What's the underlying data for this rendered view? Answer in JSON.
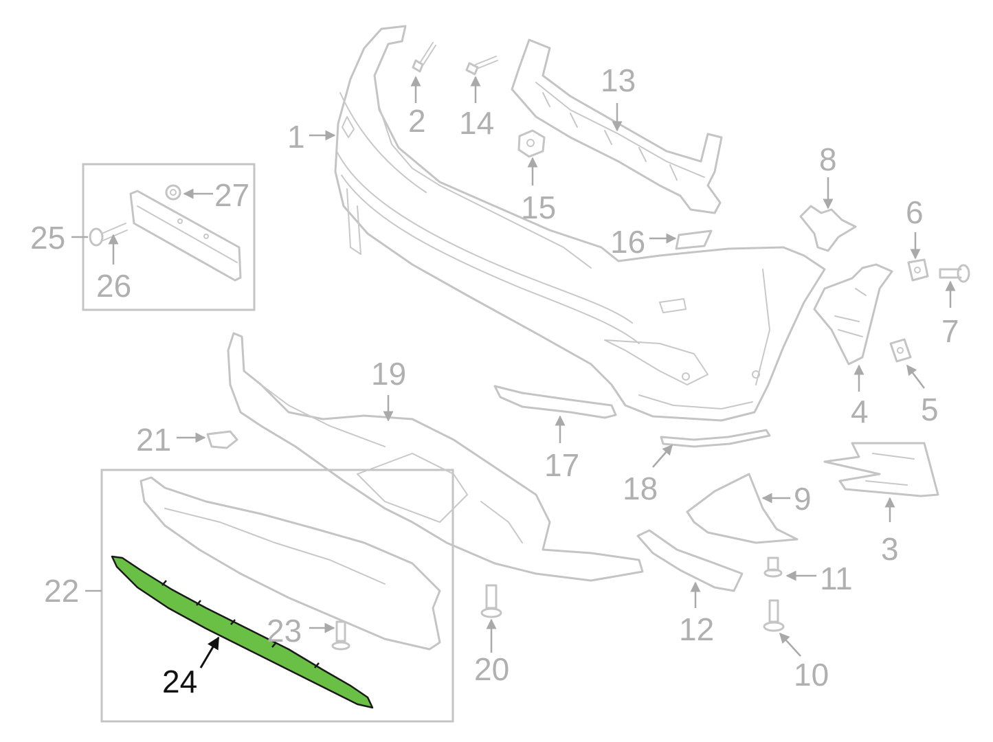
{
  "diagram": {
    "highlight_color": "#6abf45",
    "callout_color": "#b0b0b0",
    "highlight_callout_color": "#111111",
    "callouts": {
      "c1": "1",
      "c2": "2",
      "c3": "3",
      "c4": "4",
      "c5": "5",
      "c6": "6",
      "c7": "7",
      "c8": "8",
      "c9": "9",
      "c10": "10",
      "c11": "11",
      "c12": "12",
      "c13": "13",
      "c14": "14",
      "c15": "15",
      "c16": "16",
      "c17": "17",
      "c18": "18",
      "c19": "19",
      "c20": "20",
      "c21": "21",
      "c22": "22",
      "c23": "23",
      "c24": "24",
      "c25": "25",
      "c26": "26",
      "c27": "27"
    },
    "highlighted_part": "24"
  }
}
